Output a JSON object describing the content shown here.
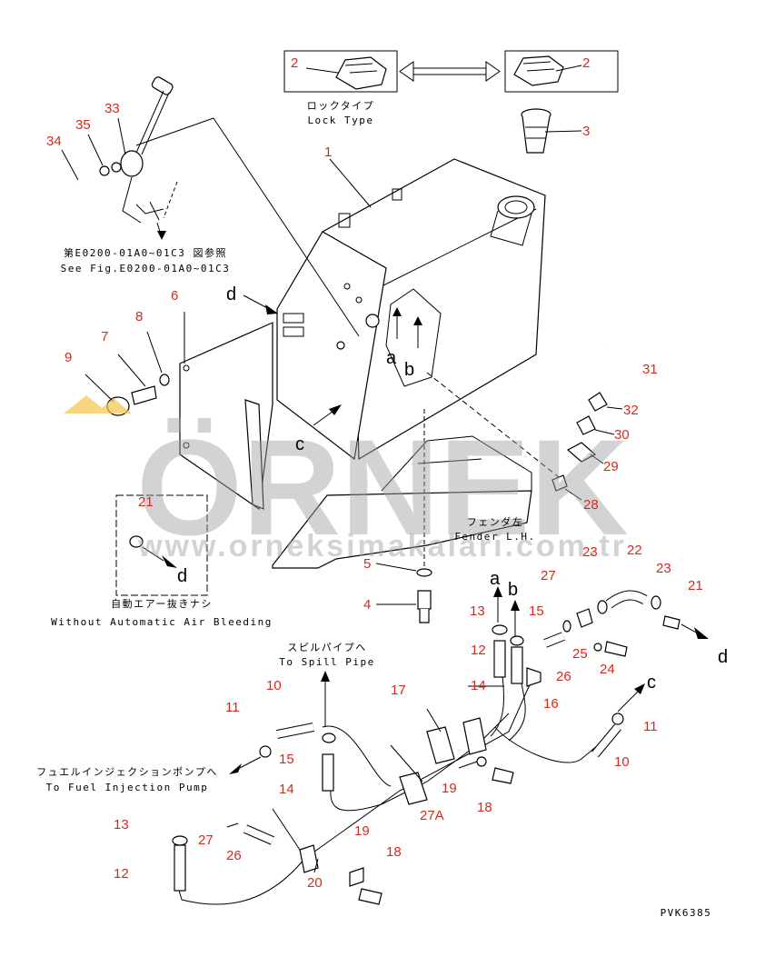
{
  "callouts": [
    {
      "id": "n1",
      "text": "1"
    },
    {
      "id": "n2a",
      "text": "2"
    },
    {
      "id": "n2b",
      "text": "2"
    },
    {
      "id": "n3",
      "text": "3"
    },
    {
      "id": "n4",
      "text": "4"
    },
    {
      "id": "n5",
      "text": "5"
    },
    {
      "id": "n6",
      "text": "6"
    },
    {
      "id": "n7",
      "text": "7"
    },
    {
      "id": "n8",
      "text": "8"
    },
    {
      "id": "n9",
      "text": "9"
    },
    {
      "id": "n10a",
      "text": "10"
    },
    {
      "id": "n10b",
      "text": "10"
    },
    {
      "id": "n11a",
      "text": "11"
    },
    {
      "id": "n11b",
      "text": "11"
    },
    {
      "id": "n12a",
      "text": "12"
    },
    {
      "id": "n12b",
      "text": "12"
    },
    {
      "id": "n13a",
      "text": "13"
    },
    {
      "id": "n13b",
      "text": "13"
    },
    {
      "id": "n14a",
      "text": "14"
    },
    {
      "id": "n14b",
      "text": "14"
    },
    {
      "id": "n15a",
      "text": "15"
    },
    {
      "id": "n15b",
      "text": "15"
    },
    {
      "id": "n16",
      "text": "16"
    },
    {
      "id": "n17",
      "text": "17"
    },
    {
      "id": "n18a",
      "text": "18"
    },
    {
      "id": "n18b",
      "text": "18"
    },
    {
      "id": "n19a",
      "text": "19"
    },
    {
      "id": "n19b",
      "text": "19"
    },
    {
      "id": "n20",
      "text": "20"
    },
    {
      "id": "n21a",
      "text": "21"
    },
    {
      "id": "n21b",
      "text": "21"
    },
    {
      "id": "n22",
      "text": "22"
    },
    {
      "id": "n23a",
      "text": "23"
    },
    {
      "id": "n23b",
      "text": "23"
    },
    {
      "id": "n24",
      "text": "24"
    },
    {
      "id": "n25",
      "text": "25"
    },
    {
      "id": "n26a",
      "text": "26"
    },
    {
      "id": "n26b",
      "text": "26"
    },
    {
      "id": "n27a",
      "text": "27"
    },
    {
      "id": "n27b",
      "text": "27"
    },
    {
      "id": "n27A",
      "text": "27A"
    },
    {
      "id": "n28",
      "text": "28"
    },
    {
      "id": "n29",
      "text": "29"
    },
    {
      "id": "n30",
      "text": "30"
    },
    {
      "id": "n31",
      "text": "31"
    },
    {
      "id": "n32",
      "text": "32"
    },
    {
      "id": "n33",
      "text": "33"
    },
    {
      "id": "n34",
      "text": "34"
    },
    {
      "id": "n35",
      "text": "35"
    }
  ],
  "letters": {
    "a1": "a",
    "b1": "b",
    "c1": "c",
    "d1": "d",
    "d2": "d",
    "d3": "d",
    "a2": "a",
    "b2": "b",
    "c2": "c"
  },
  "labels": {
    "lock_type_jp": "ロックタイプ",
    "lock_type_en": "Lock Type",
    "see_fig_jp": "第E0200-01A0~01C3 図参照",
    "see_fig_en": "See Fig.E0200-01A0~01C3",
    "fender_jp": "フェンダ左",
    "fender_en": "Fender L.H.",
    "no_bleed_jp": "自動エアー抜きナシ",
    "no_bleed_en": "Without Automatic Air Bleeding",
    "spill_jp": "スピルパイプへ",
    "spill_en": "To Spill Pipe",
    "pump_jp": "フュエルインジェクションポンプへ",
    "pump_en": "To Fuel Injection Pump",
    "drawing_code": "PVK6385"
  },
  "watermark": {
    "brand": "ÖRNEK",
    "url": "www.orneksimakalari.com.tr"
  },
  "colors": {
    "callout": "#d42a1e",
    "line": "#000000",
    "watermark": "#9aa0a3",
    "accent": "#f2c64a"
  }
}
